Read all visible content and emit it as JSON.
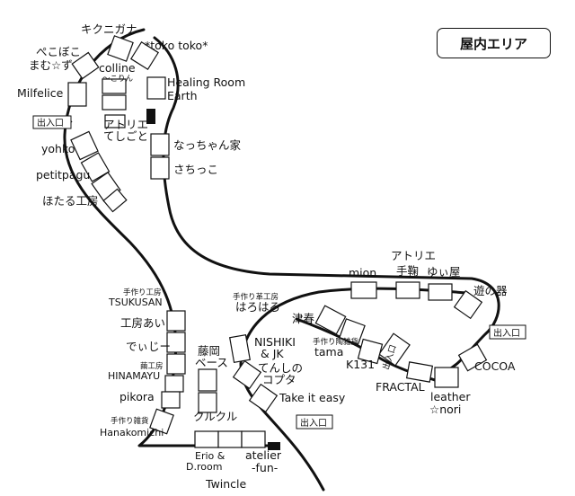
{
  "map": {
    "title": "屋内エリア",
    "exit_label": "出入口",
    "shops": {
      "kikunigana": "キクニガナ",
      "tokotoko": "*toko toko*",
      "pekoboko_1": "ぺこぼこ",
      "pekoboko_2": "まむ☆ず",
      "colline_1": "colline",
      "colline_2": "〜こりん",
      "healing_1": "Healing Room",
      "healing_2": "Earth",
      "milfelice": "Milfelice",
      "atelier_1": "アトリエ",
      "atelier_2": "てしごと",
      "natchan": "なっちゃん家",
      "yohko": "yohko",
      "sachikko": "さちっこ",
      "petitpagu": "petitpagu",
      "hotaru": "ほたる工房",
      "mion": "mion",
      "atelier_tekiku_1": "アトリエ",
      "atelier_tekiku_2": "手鞠",
      "yuiya": "ゆぃ屋",
      "asobinoutsuwa": "遊の器",
      "tsukusan_1": "手作り工房",
      "tsukusan_2": "TSUKUSAN",
      "kouboai": "工房あい",
      "deiji": "でぃじー",
      "hinamayu_1": "繭工房",
      "hinamayu_2": "HINAMAYU",
      "pikora": "pikora",
      "hanakomichi_1": "手作り雑貨",
      "hanakomichi_2": "Hanakomichi",
      "fujioka_1": "藤岡",
      "fujioka_2": "ベース",
      "kurukuru": "クルクル",
      "haro_1": "手作り革工房",
      "haro_2": "はろはろ",
      "tsuharu": "津春",
      "tama_1": "手作り陶雑貨",
      "tama_2": "tama",
      "nishiki_1": "NISHIKI",
      "nishiki_2": "& JK",
      "koputa_1": "てんしの",
      "koputa_2": "コプタ",
      "k131": "K131",
      "takeiteasy": "Take it easy",
      "fractal": "FRACTAL",
      "cocoa": "COCOA",
      "leather_1": "leather",
      "leather_2": "☆nori",
      "erio_1": "Erio &",
      "erio_2": "D.room",
      "atelierfun_1": "atelier",
      "atelierfun_2": "-fun-",
      "twincle": "Twincle"
    }
  }
}
